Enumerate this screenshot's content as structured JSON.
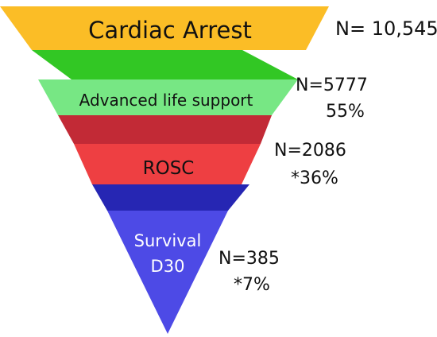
{
  "stages": [
    {
      "label": "Cardiac Arrest",
      "count": "N= 10,545",
      "percent": "",
      "color": "#fbbd26",
      "connector_color": "#32c724"
    },
    {
      "label": "Advanced life support",
      "count": "N=5777",
      "percent": "55%",
      "color": "#77e784",
      "connector_color": "#c22a36"
    },
    {
      "label": "ROSC",
      "count": "N=2086",
      "percent": "*36%",
      "color": "#ee3f42",
      "connector_color": "#2626b3"
    },
    {
      "label": "Survival",
      "label_line2": "D30",
      "count": "N=385",
      "percent": "*7%",
      "color": "#4d4ae6"
    }
  ]
}
